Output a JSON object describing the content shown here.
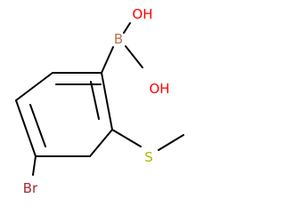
{
  "molecule": {
    "atoms": {
      "boron": {
        "label": "B",
        "color": "#b5734f"
      },
      "hydroxyl_top": {
        "label": "OH",
        "color": "#ff0000"
      },
      "hydroxyl_right": {
        "label": "OH",
        "color": "#ff0000"
      },
      "sulfur": {
        "label": "S",
        "color": "#b3b300"
      },
      "bromine": {
        "label": "Br",
        "color": "#a52a2a"
      }
    },
    "bond_color": "#000000"
  }
}
